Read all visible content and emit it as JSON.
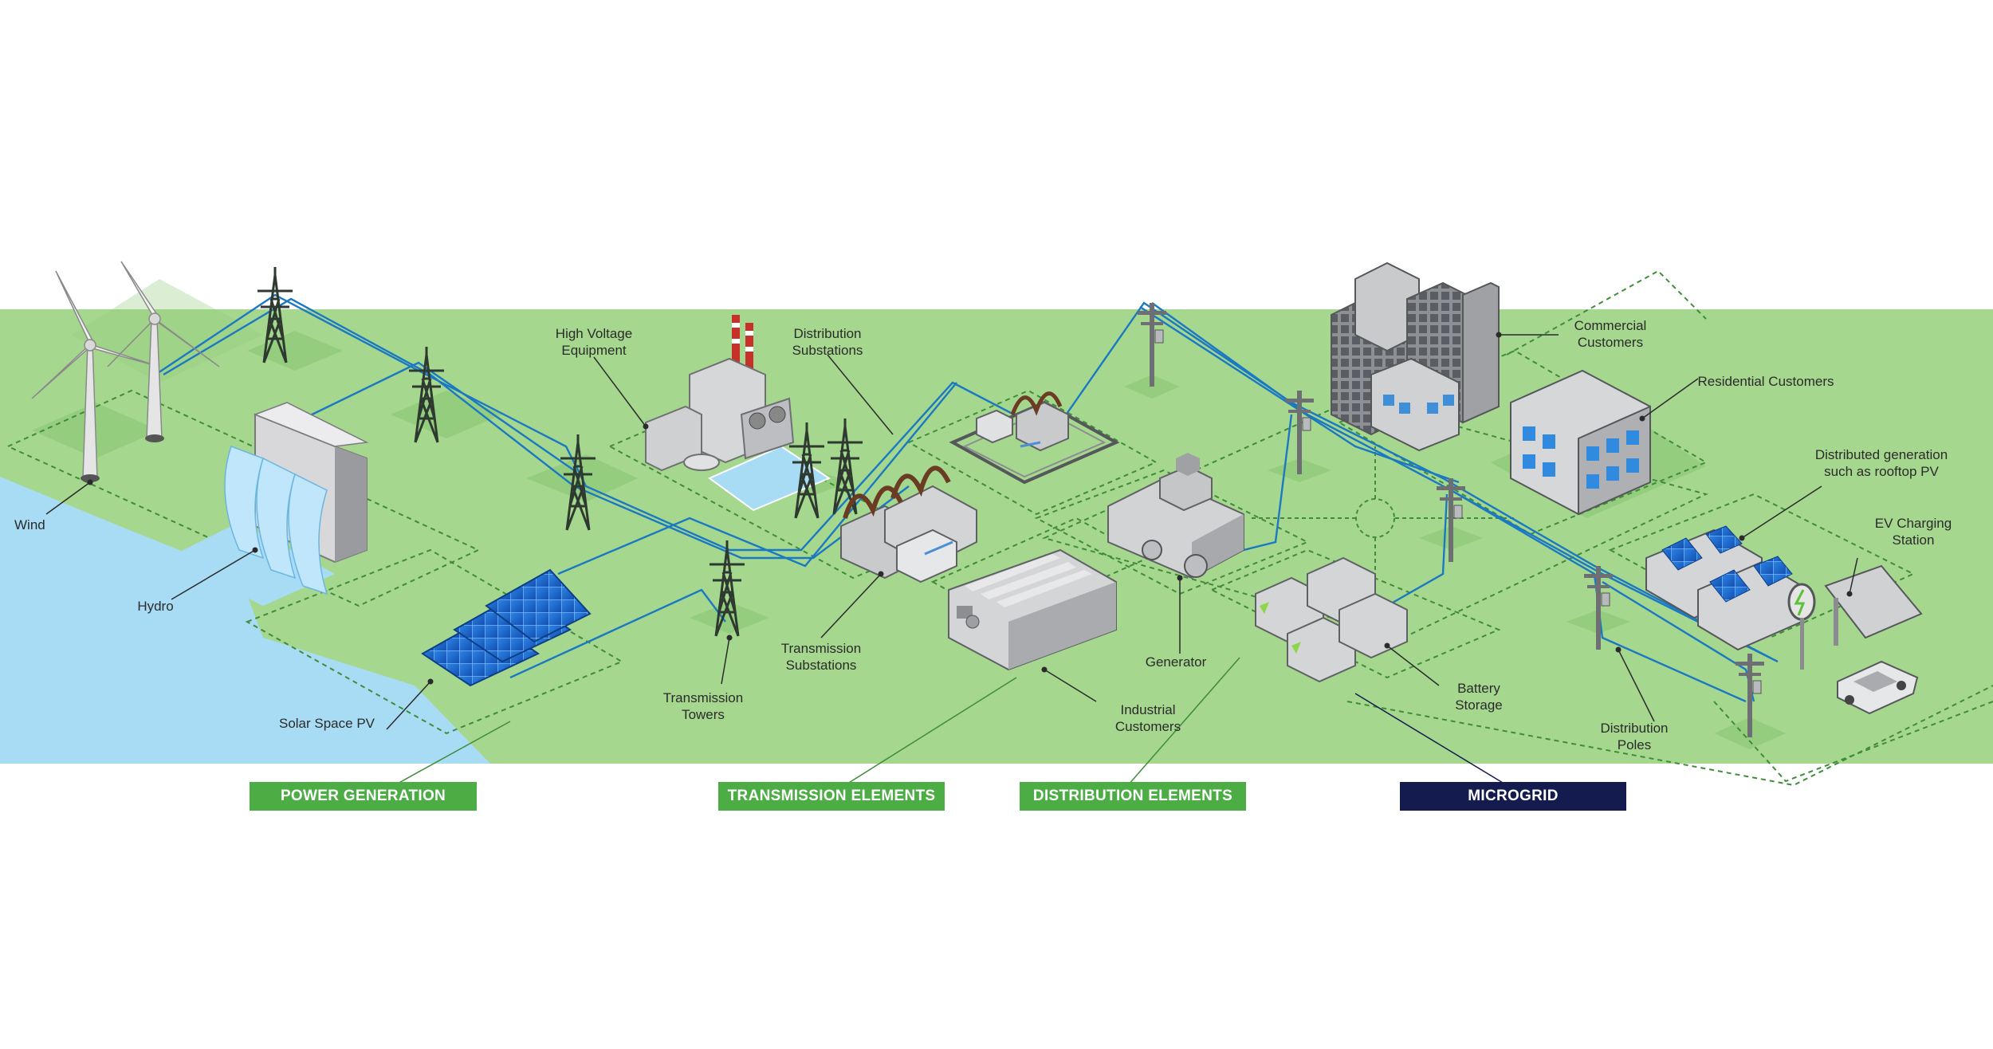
{
  "labels": {
    "wind": "Wind",
    "hydro": "Hydro",
    "solar": "Solar Space PV",
    "high_voltage": [
      "High Voltage",
      "Equipment"
    ],
    "distribution_substations": [
      "Distribution",
      "Substations"
    ],
    "transmission_substations": [
      "Transmission",
      "Substations"
    ],
    "transmission_towers": [
      "Transmission",
      "Towers"
    ],
    "industrial_customers": [
      "Industrial",
      "Customers"
    ],
    "generator": "Generator",
    "battery_storage": [
      "Battery",
      "Storage"
    ],
    "commercial_customers": [
      "Commercial",
      "Customers"
    ],
    "residential_customers": "Residential Customers",
    "distributed_generation": [
      "Distributed generation",
      "such as rooftop PV"
    ],
    "ev_charging": [
      "EV Charging",
      "Station"
    ],
    "distribution_poles": [
      "Distribution",
      "Poles"
    ]
  },
  "categories": {
    "power_generation": "POWER GENERATION",
    "transmission_elements": "TRANSMISSION ELEMENTS",
    "distribution_elements": "DISTRIBUTION ELEMENTS",
    "microgrid": "MICROGRID"
  },
  "colors": {
    "land": "#a5d78e",
    "water": "#a8dcf5",
    "category_green": "#4cad45",
    "microgrid_navy": "#131b4f",
    "power_line": "#1b78c2",
    "building_gray": "#c9cacc",
    "solar_blue": "#1f6fd0"
  }
}
